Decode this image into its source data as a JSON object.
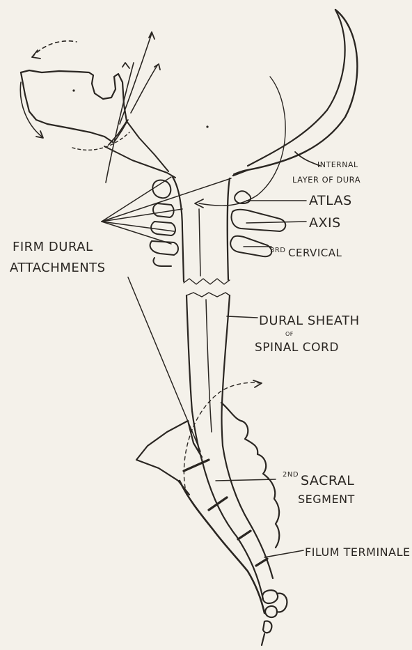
{
  "labels": {
    "internal_dura_line1": "INTERNAL",
    "internal_dura_line2": "LAYER OF DURA",
    "atlas": "ATLAS",
    "axis": "AXIS",
    "third_cervical_sup": "3RD",
    "third_cervical": "CERVICAL",
    "firm_dural_line1": "FIRM DURAL",
    "firm_dural_line2": "ATTACHMENTS",
    "dural_sheath_line1": "DURAL SHEATH",
    "dural_sheath_of": "OF",
    "dural_sheath_line2": "SPINAL CORD",
    "sacral_sup": "2ND",
    "sacral_line1": "SACRAL",
    "sacral_line2": "SEGMENT",
    "filum_terminale": "FILUM TERMINALE"
  },
  "colors": {
    "ink": "#2a2622",
    "paper": "#f4f1ea"
  }
}
